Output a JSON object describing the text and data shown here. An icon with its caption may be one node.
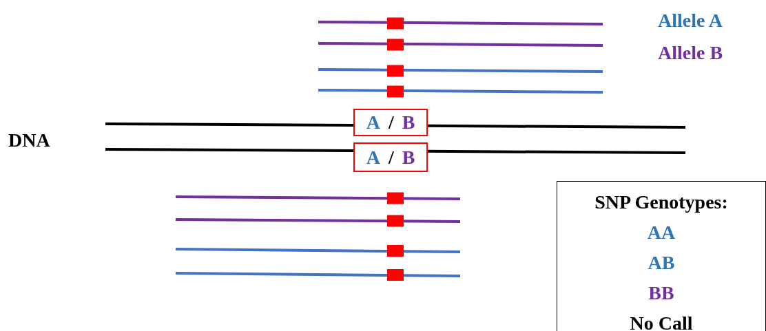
{
  "diagram": {
    "nodes": [
      {
        "text": [
          "A",
          "/",
          "B"
        ]
      },
      {
        "text": [
          "A",
          "/",
          "B"
        ]
      },
      {
        "text": [
          "SNP Genotypes:",
          "AA",
          "AB",
          "BB",
          "No Call"
        ]
      }
    ],
    "labels": [
      "Allele A",
      "Allele B",
      "DNA"
    ]
  }
}
